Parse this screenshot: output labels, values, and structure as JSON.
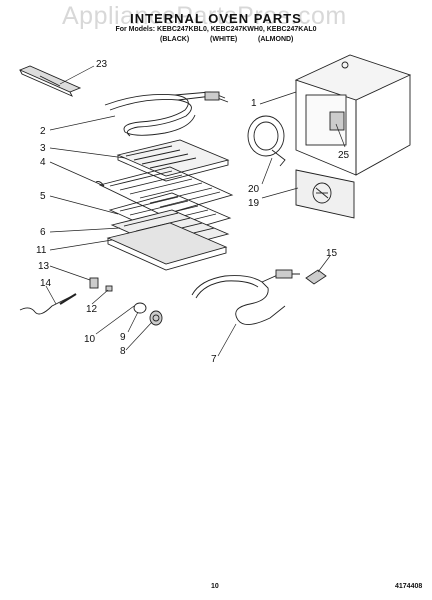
{
  "header": {
    "watermark": "AppliancePartsPros.com",
    "title": "INTERNAL OVEN PARTS",
    "models": "For Models: KEBC247KBL0, KEBC247KWH0, KEBC247KAL0",
    "colors": [
      "(BLACK)",
      "(WHITE)",
      "(ALMOND)"
    ]
  },
  "callouts": [
    "23",
    "1",
    "2",
    "3",
    "4",
    "25",
    "20",
    "19",
    "5",
    "6",
    "11",
    "13",
    "15",
    "14",
    "12",
    "10",
    "9",
    "8",
    "7"
  ],
  "footer": {
    "page": "10",
    "doc_number": "4174408"
  }
}
